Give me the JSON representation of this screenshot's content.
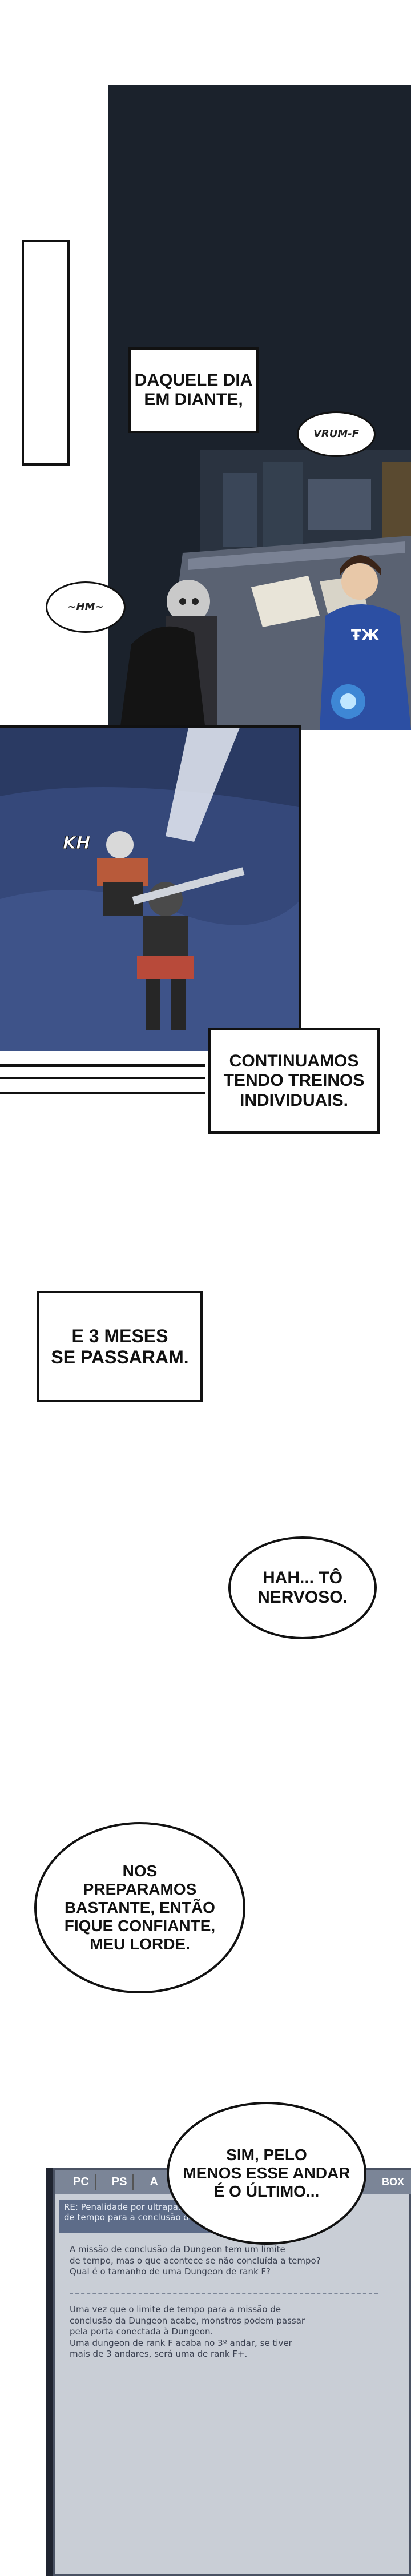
{
  "panel1_caption": "DAQUELE DIA\nEM DIANTE,",
  "panel1_sfx_right": "vrum-f",
  "panel1_sfx_left": "~hm~",
  "panel1_sign": "ŦЖ",
  "panel2_sfx": "KH",
  "caption_training": "CONTINUAMOS\nTENDO TREINOS\nINDIVIDUAIS.",
  "caption_months": "E 3 MESES\nSE PASSARAM.",
  "bubble_nervous": "HAH... TÔ\nNERVOSO.",
  "bubble_prepared": "NOS\nPREPARAMOS\nBASTANTE, ENTÃO\nFIQUE CONFIANTE,\nMEU LORDE.",
  "bubble_last_floor": "SIM, PELO\nMENOS ESSE ANDAR\nÉ O ÚLTIMO...",
  "screen": {
    "tabs": [
      "PC",
      "PS",
      "A",
      "BOX"
    ],
    "subject_line1": "RE: Penalidade por ultrapassar o limite",
    "subject_line2": "de tempo para a conclusão da Dungeon.",
    "question": "A missão de conclusão da Dungeon tem um limite\nde tempo, mas o que acontece se não concluída a tempo?\nQual é o tamanho de uma Dungeon de rank F?",
    "answer": "Uma vez que o limite de tempo para a missão de\nconclusão da Dungeon acabe, monstros podem passar\npela porta conectada à Dungeon.\nUma dungeon de rank F acaba no 3º andar, se tiver\nmais de 3 andares, será uma de rank F+."
  },
  "colors": {
    "room_dark": "#1d2530",
    "hoodie_blue": "#2c4fa3",
    "magic_glow": "#4fb6ff",
    "arena_blue": "#2a3a63",
    "screen_gray": "#c9ced6",
    "screen_bar": "#7b8597"
  }
}
